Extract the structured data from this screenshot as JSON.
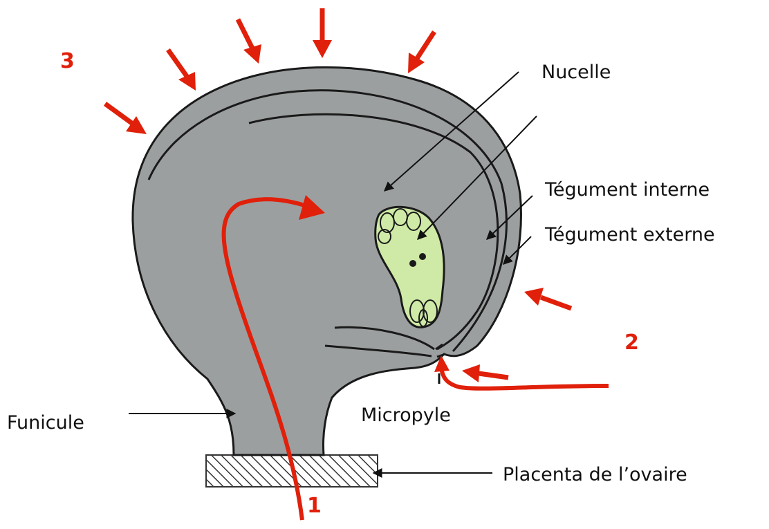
{
  "labels": {
    "nucelle": "Nucelle",
    "tegument_interne": "Tégument interne",
    "tegument_externe": "Tégument externe",
    "funicule": "Funicule",
    "micropyle": "Micropyle",
    "placenta": "Placenta de l’ovaire"
  },
  "numbers": {
    "n1": "1",
    "n2": "2",
    "n3": "3"
  },
  "colors": {
    "ovule_fill": "#9c9fa0",
    "embryo_sac_fill": "#cfeaa6",
    "outline": "#1a1a1a",
    "accent_red": "#e0200a"
  }
}
